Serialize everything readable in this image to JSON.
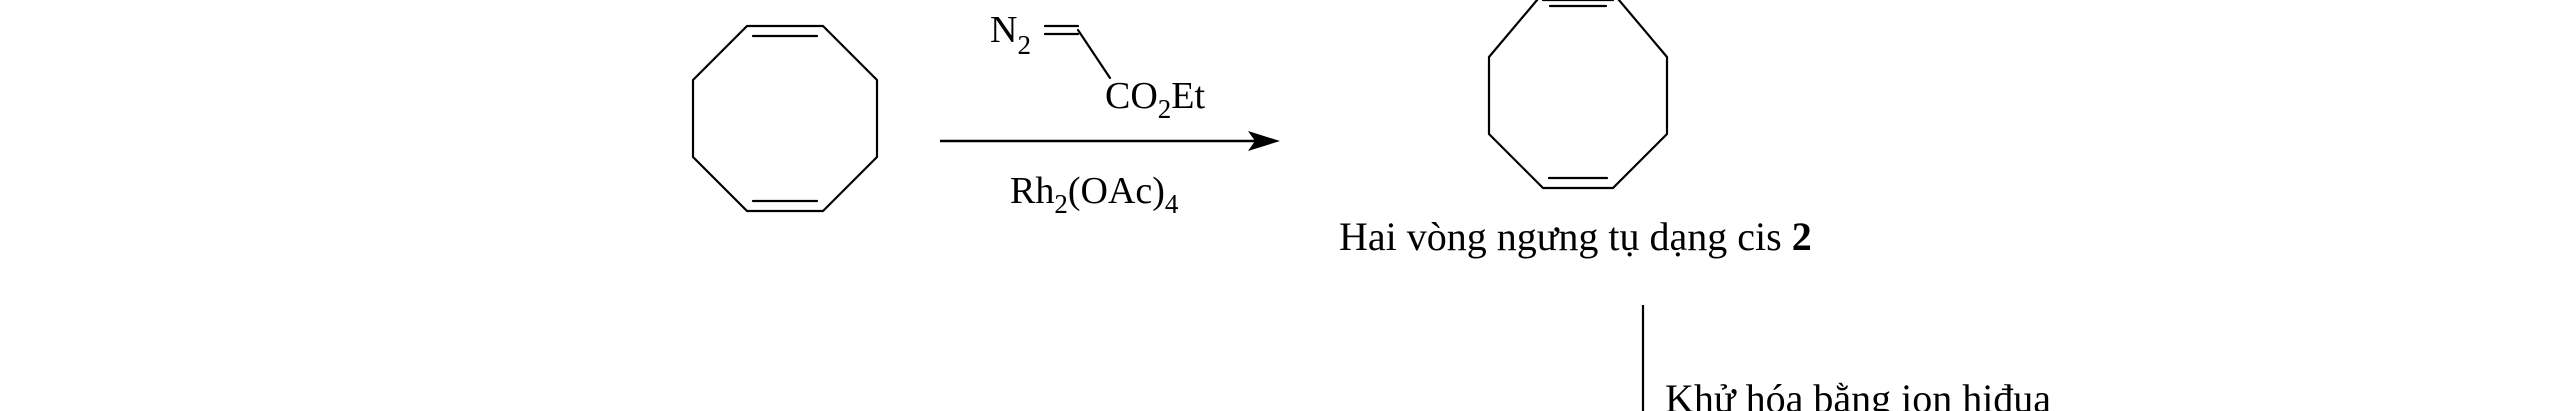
{
  "scheme": {
    "reagents": {
      "diazo_n2": "N",
      "diazo_n2_sub": "2",
      "ester_co": "CO",
      "ester_co_sub": "2",
      "ester_et": "Et"
    },
    "catalyst": {
      "rh": "Rh",
      "rh_sub": "2",
      "oac": "(OAc)",
      "oac_sub": "4"
    },
    "product_caption": {
      "text": "Hai vòng ngưng tụ dạng cis ",
      "compound_number": "2"
    },
    "next_step": {
      "label": "Khử hóa bằng ion hiđua"
    }
  }
}
